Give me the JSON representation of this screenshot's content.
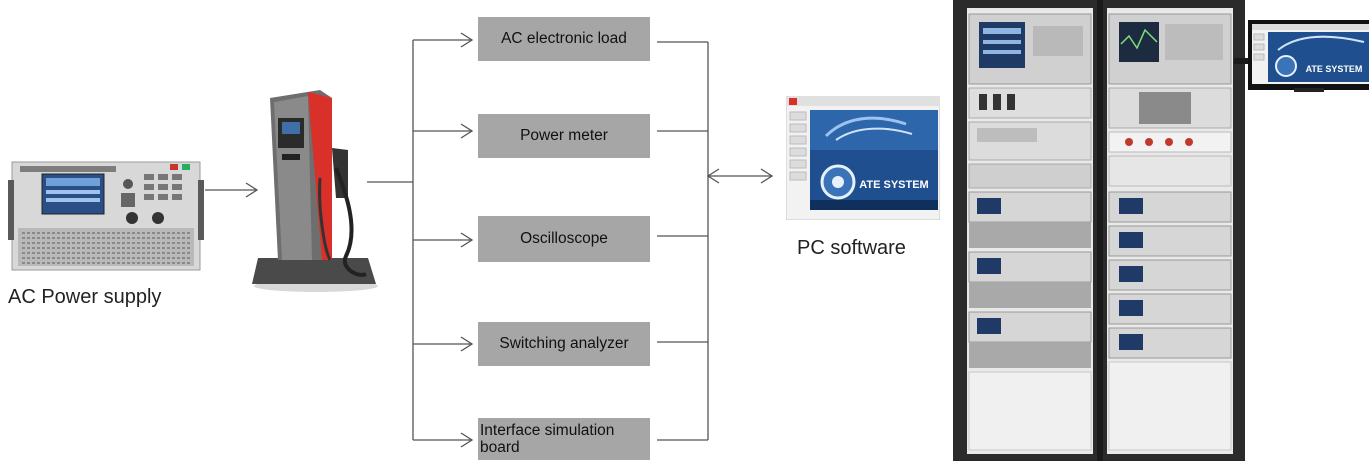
{
  "devices": {
    "ac_power_supply": "AC Power supply",
    "pc_software": "PC software",
    "pc_screen_text": "ATE SYSTEM",
    "monitor_screen_text": "ATE SYSTEM"
  },
  "instruments": [
    "AC electronic load",
    "Power meter",
    "Oscilloscope",
    "Switching analyzer",
    "Interface simulation board"
  ],
  "colors": {
    "box_fill": "#a6a6a6",
    "line": "#555555",
    "charger_accent": "#d9302a",
    "rack_frame": "#2b2b2b",
    "screen_blue": "#1f4f8f"
  },
  "icons": {
    "ac_supply": "ac-power-supply-icon",
    "charger": "ev-charger-icon",
    "pc": "pc-software-window-icon",
    "rack": "ate-test-rack-icon",
    "monitor": "monitor-icon"
  }
}
